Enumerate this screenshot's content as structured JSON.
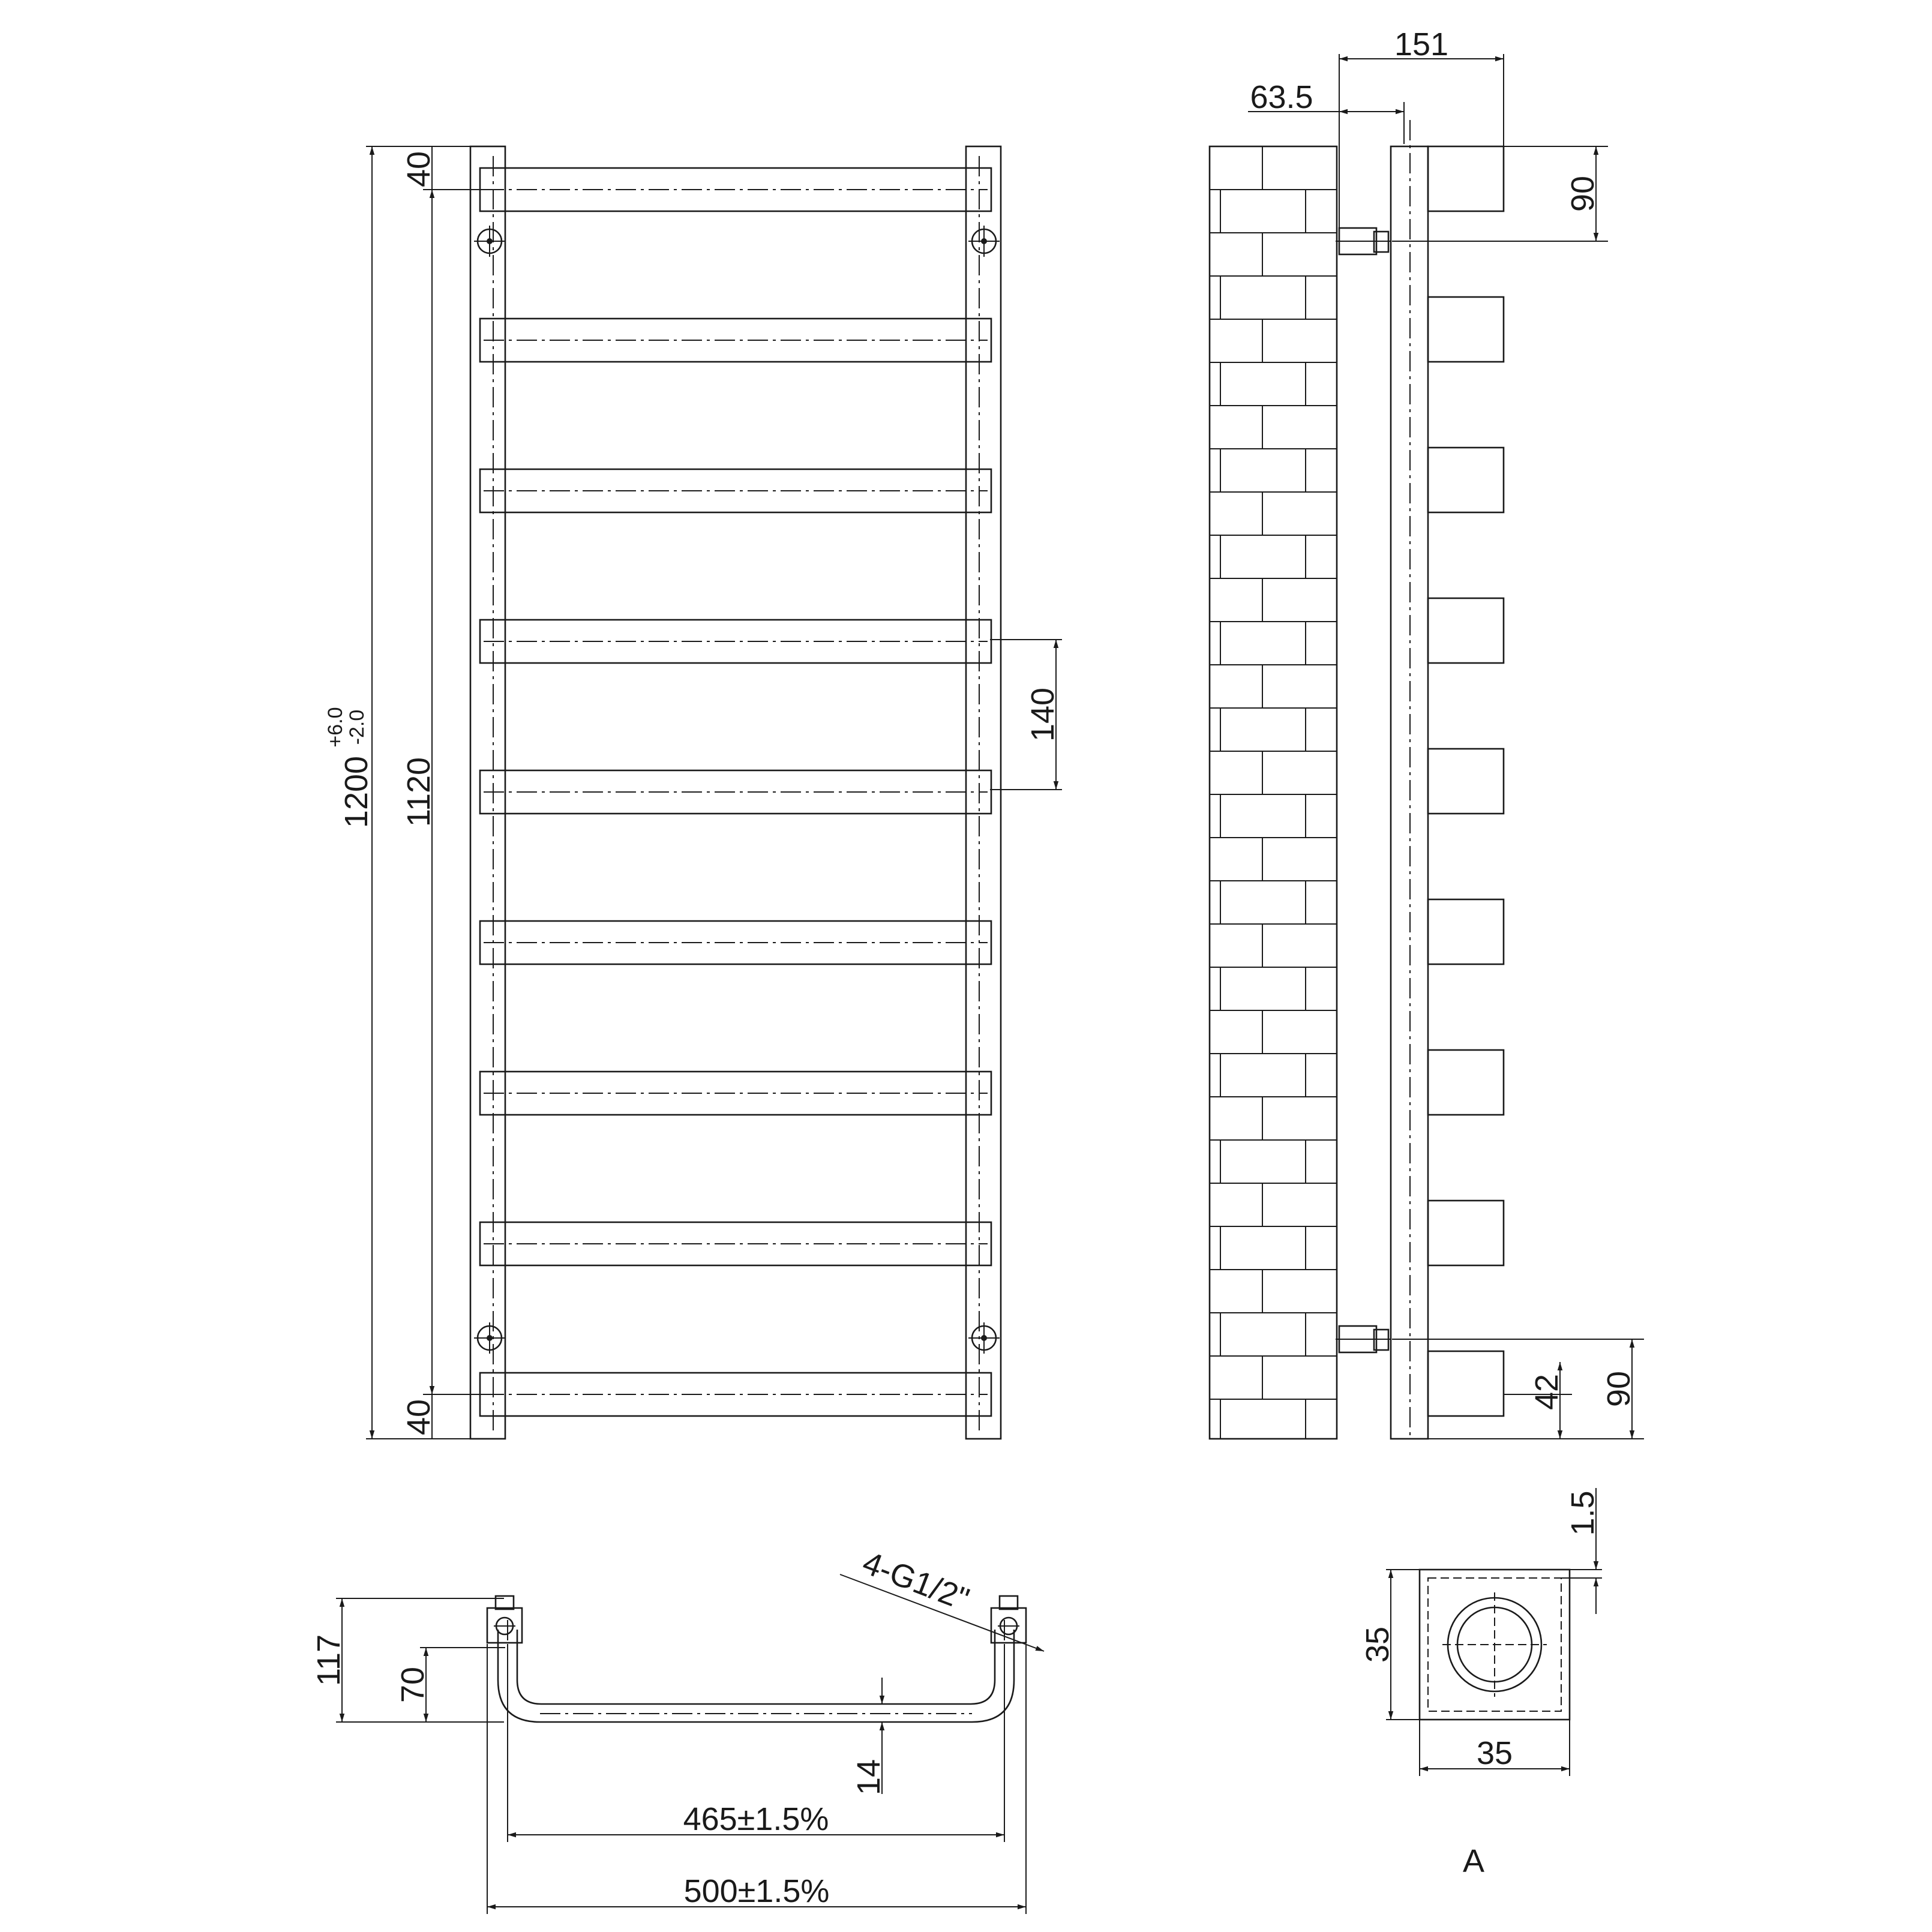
{
  "front_view": {
    "overall_height": "1200",
    "height_tol_plus": "+6.0",
    "height_tol_minus": "-2.0",
    "bar_span": "1120",
    "top_offset": "40",
    "bottom_offset": "40",
    "bar_pitch": "140",
    "rail_count": 9
  },
  "side_view": {
    "depth_total": "151",
    "wall_offset": "63.5",
    "top_bracket": "90",
    "bottom_bracket": "90",
    "bottom_bar": "42"
  },
  "top_view": {
    "height_117": "117",
    "height_70": "70",
    "gap_14": "14",
    "inner_width": "465±1.5%",
    "outer_width": "500±1.5%",
    "connection": "4-G1/2\""
  },
  "section_a": {
    "tube_height": "35",
    "tube_width": "35",
    "wall_thickness": "1.5",
    "label": "A"
  }
}
